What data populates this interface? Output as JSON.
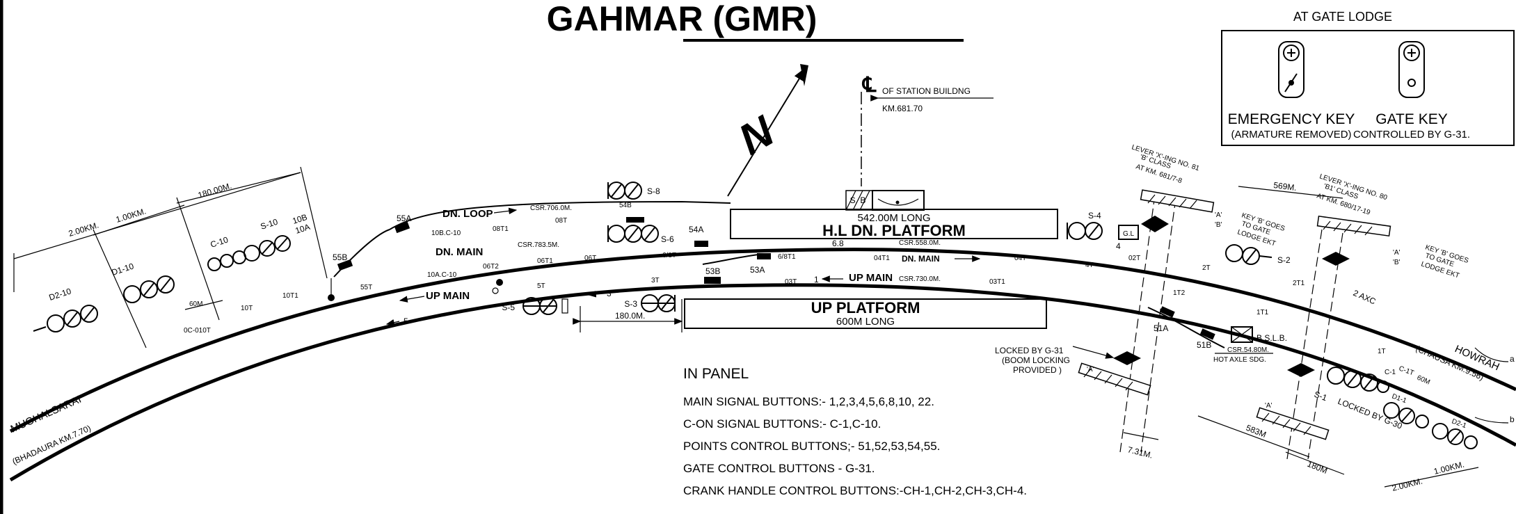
{
  "title": "GAHMAR (GMR)",
  "gate_lodge": {
    "heading": "AT GATE LODGE",
    "emergency_key": {
      "label": "EMERGENCY KEY",
      "sub": "(ARMATURE REMOVED)"
    },
    "gate_key": {
      "label": "GATE KEY",
      "sub": "CONTROLLED BY G-31."
    }
  },
  "station_building": {
    "symbol": "℄",
    "label": "OF STATION BUILDNG",
    "km": "KM.681.70",
    "sb_label": "S. B"
  },
  "north_label": "N",
  "platforms": {
    "hl_dn": {
      "length": "542.00M LONG",
      "name": "H.L  DN. PLATFORM"
    },
    "up": {
      "name": "UP PLATFORM",
      "length": "600M LONG"
    }
  },
  "lines": {
    "dn_loop": "DN. LOOP",
    "dn_main_left": "DN. MAIN",
    "dn_main_right": "DN. MAIN",
    "up_main_left": "UP MAIN",
    "up_main_center": "UP MAIN"
  },
  "csr": {
    "loop": "CSR.706.0M.",
    "dn_main_left": "CSR.783.5M.",
    "dn_main_right": "CSR.558.0M.",
    "up_main": "CSR.730.0M.",
    "bslb": "CSR.54.80M."
  },
  "ends": {
    "left_station": "MUGHALSARAI",
    "left_sub": "(BHADAURA KM.7.70)",
    "right_station": "HOWRAH",
    "right_sub": "(CHAUSA KM.9.56)",
    "right_a": "a",
    "right_b": "b"
  },
  "distances": {
    "left_2km": "2.00KM.",
    "left_1km": "1.00KM.",
    "left_180m": "180.00M.",
    "left_60m": "60M",
    "center_180m": "180.0M.",
    "r_569m": "569M.",
    "r_583m": "583M",
    "r_180m": "180M",
    "r_2km": "2.00KM.",
    "r_1km": "1.00KM.",
    "r_60m": "60M",
    "r_731m": "7.31M.",
    "r_2axc": "2 AXC"
  },
  "signals": {
    "d2_10": "D2-10",
    "d1_10": "D1-10",
    "c_10": "C-10",
    "s_10": "S-10",
    "s_10_routes": "10B\n10A",
    "s_8": "S-8",
    "s_6": "S-6",
    "s_5": "S-5",
    "s_3": "S-3",
    "s_4": "S-4",
    "s_2": "S-2",
    "s_1": "S-1",
    "c_1": "C-1",
    "c_1t": "C-1T",
    "d1_1": "D1-1",
    "d2_1": "D2-1"
  },
  "points": {
    "p55a": "55A",
    "p55b": "55B",
    "p54a": "54A",
    "p54b": "54B",
    "p53a": "53A",
    "p53b": "53B",
    "p51a": "51A",
    "p51b": "51B"
  },
  "routes": {
    "r10b": "10B.C-10",
    "r10a": "10A.C-10",
    "oc010t": "0C-010T",
    "n_6_8": "6.8",
    "n_4": "4",
    "n_1": "1",
    "n_3": "3",
    "n_5": "5"
  },
  "tracks": {
    "t08t1": "08T1",
    "t08t": "08T",
    "t06t2": "06T2",
    "t06t1": "06T1",
    "t06t": "06T",
    "t6_8t": "6/8T",
    "t6_8t1": "6/8T1",
    "t04t1": "04T1",
    "t04t": "04T",
    "t4t": "4T",
    "t02t": "02T",
    "t2t": "2T",
    "t2t1": "2T1",
    "t55t": "55T",
    "t10t": "10T",
    "t10t1": "10T1",
    "t5t": "5T",
    "t3t": "3T",
    "t03t": "03T",
    "t03t1": "03T1",
    "t1t2": "1T2",
    "t1t1": "1T1",
    "t1t": "1T"
  },
  "gl": "G.L",
  "bslb": "B.S.L.B.",
  "hot_axle": "HOT AXLE SDG.",
  "crossings": {
    "lc81": [
      "LEVER 'X'-ING NO. 81",
      "'B' CLASS",
      "AT KM. 681/7-8"
    ],
    "lc80": [
      "LEVER 'X'-ING NO. 80",
      "'B1' CLASS",
      "AT KM. 680/17-19"
    ],
    "key_b_81": [
      "KEY 'B' GOES",
      "TO GATE",
      "LODGE EKT"
    ],
    "key_b_80": [
      "KEY 'B' GOES",
      "TO GATE",
      "LODGE EKT"
    ],
    "mark_a": "'A'",
    "mark_b": "'B'"
  },
  "locks": {
    "g31": [
      "LOCKED BY G-31",
      "(BOOM LOCKING",
      "PROVIDED )"
    ],
    "g30": "LOCKED BY G-30"
  },
  "panel": {
    "heading": "IN PANEL",
    "lines": [
      "MAIN SIGNAL BUTTONS:- 1,2,3,4,5,6,8,10, 22.",
      "C-ON SIGNAL BUTTONS:- C-1,C-10.",
      "POINTS CONTROL BUTTONS;- 51,52,53,54,55.",
      "GATE CONTROL BUTTONS - G-31.",
      "CRANK HANDLE CONTROL BUTTONS:-CH-1,CH-2,CH-3,CH-4."
    ]
  }
}
